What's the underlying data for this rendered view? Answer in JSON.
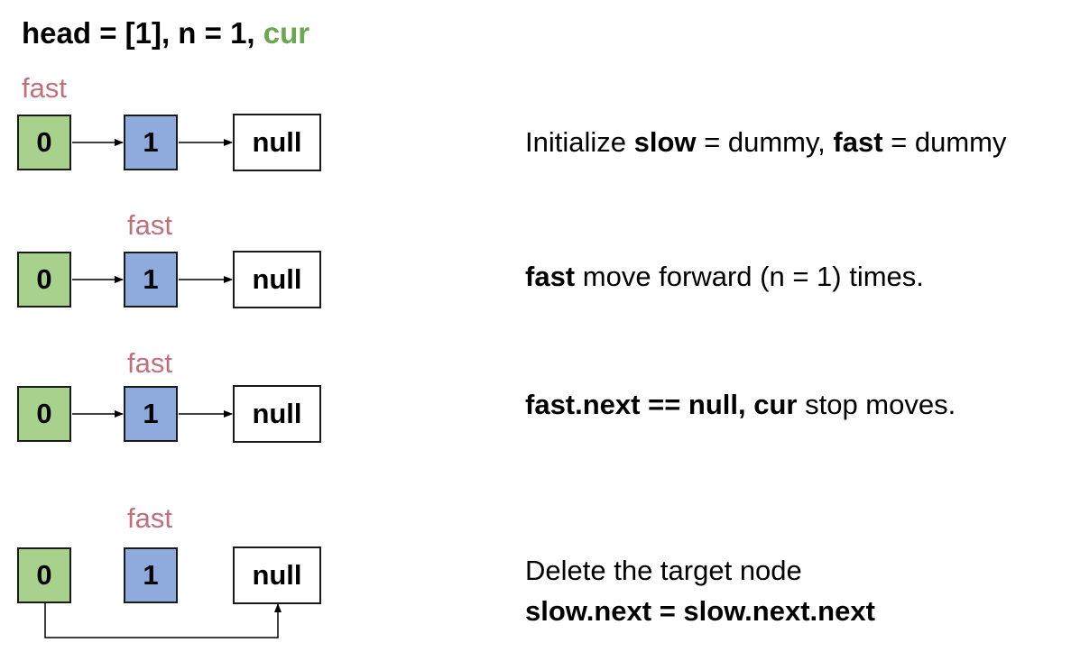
{
  "title": {
    "prefix": "head = [1], n = 1, ",
    "cur": "cur"
  },
  "colors": {
    "dummy_node": "#a9d18e",
    "one_node": "#8faadc",
    "null_node": "#ffffff",
    "pointer_label": "#c0707a",
    "cur_label": "#6aa84f"
  },
  "nodes": {
    "dummy": "0",
    "one": "1",
    "null": "null"
  },
  "pointer_label": "fast",
  "steps": [
    {
      "pointer_at": "dummy",
      "desc": {
        "t1": "Initialize ",
        "b1": "slow",
        "t2": " = dummy, ",
        "b2": "fast",
        "t3": " = dummy"
      }
    },
    {
      "pointer_at": "one",
      "desc": {
        "b1": "fast",
        "t1": " move forward (n = 1) times."
      }
    },
    {
      "pointer_at": "one",
      "desc": {
        "b1": "fast.next == null, cur",
        "t1": " stop moves."
      }
    },
    {
      "pointer_at": "one",
      "desc": {
        "line1": "Delete the target node",
        "line2": "slow.next = slow.next.next"
      }
    }
  ]
}
